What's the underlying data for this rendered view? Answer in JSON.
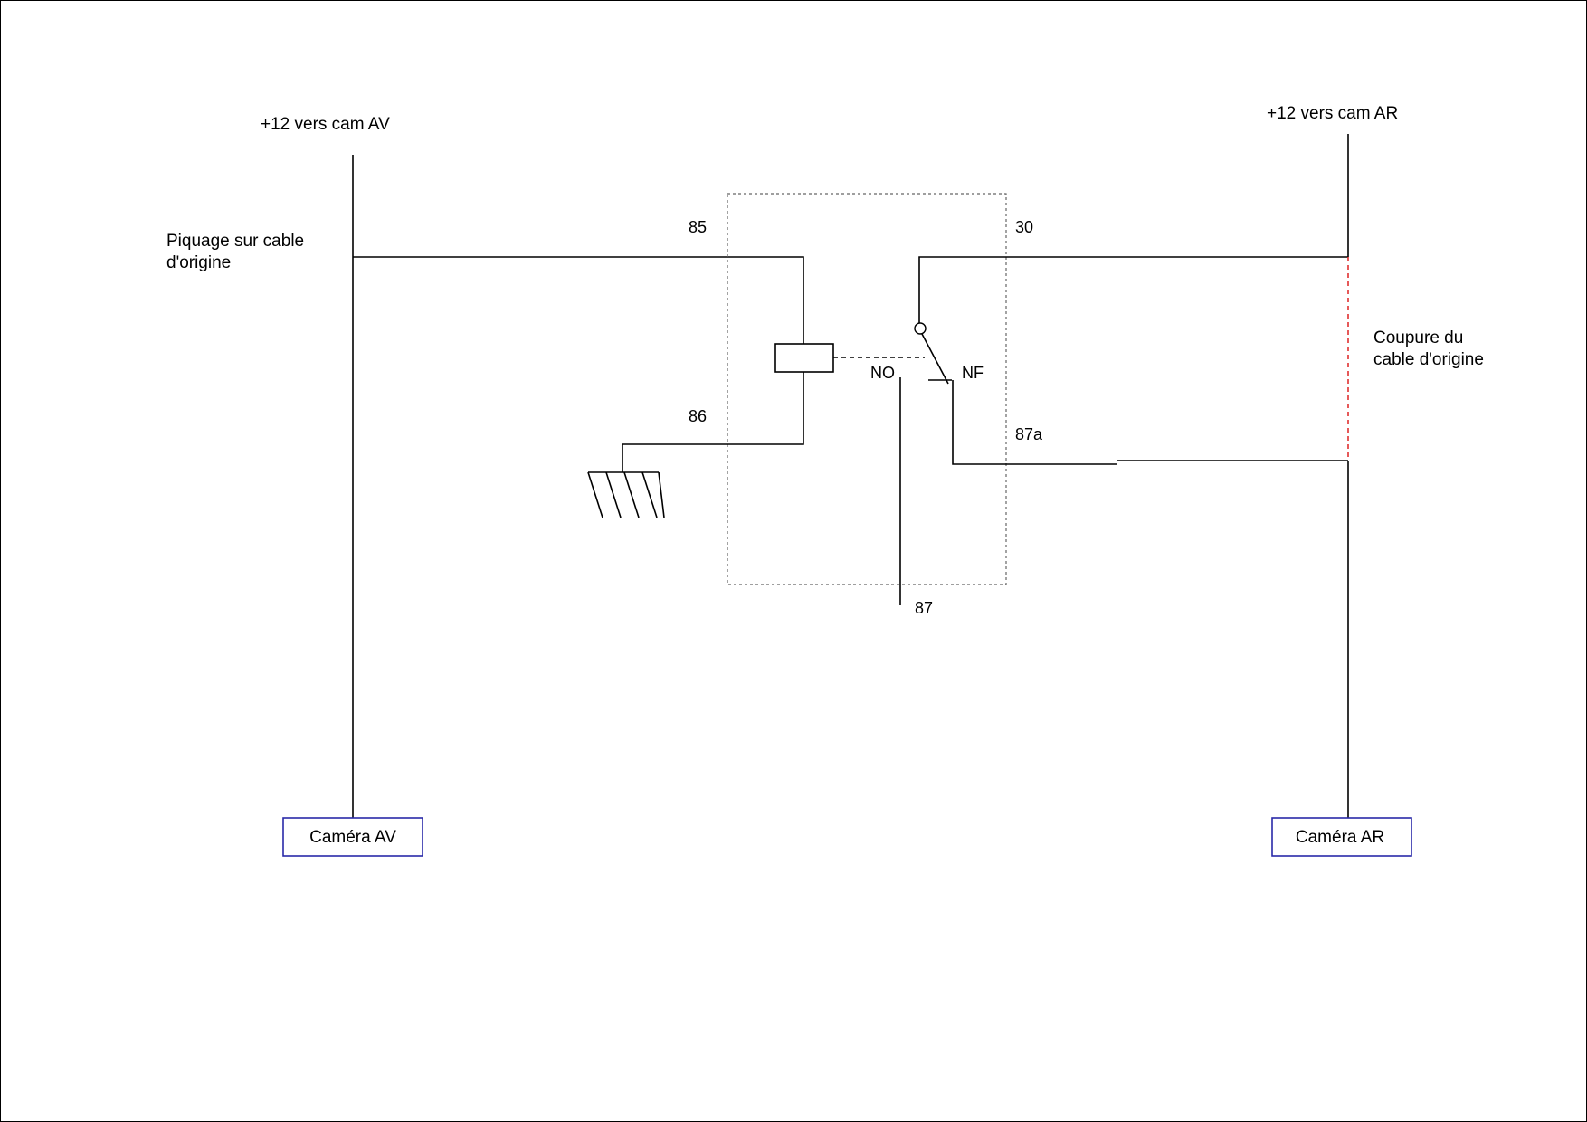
{
  "labels": {
    "supply_front": "+12 vers cam AV",
    "supply_rear": "+12 vers cam AR",
    "tap_line1": "Piquage sur cable",
    "tap_line2": "d'origine",
    "cut_line1": "Coupure du",
    "cut_line2": "cable d'origine",
    "camera_front": "Caméra AV",
    "camera_rear": "Caméra AR"
  },
  "relay": {
    "pin_85": "85",
    "pin_86": "86",
    "pin_30": "30",
    "pin_87a": "87a",
    "pin_87": "87",
    "contact_no": "NO",
    "contact_nf": "NF"
  },
  "colors": {
    "wire": "#000000",
    "relay_outline": "#666666",
    "cut_line": "#e03030",
    "camera_box": "#2a2aa8"
  }
}
